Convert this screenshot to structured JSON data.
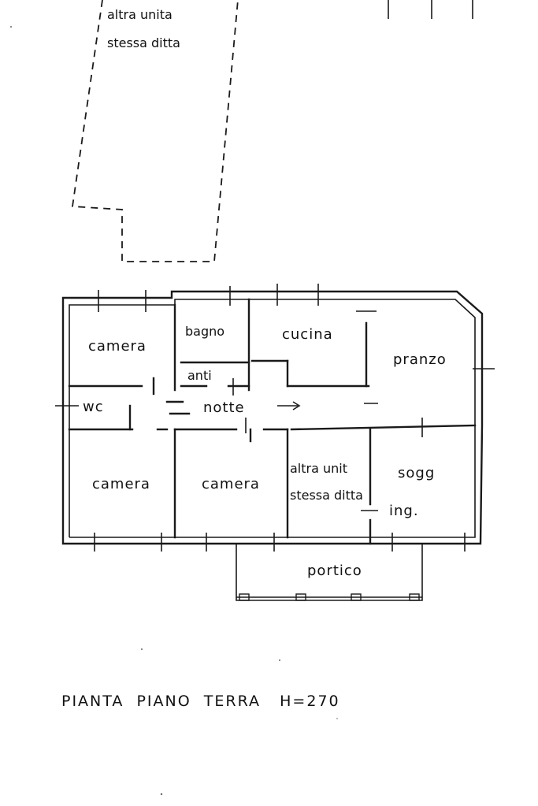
{
  "rooms": {
    "upper_unit_line1": "altra unita",
    "upper_unit_line2": "stessa ditta",
    "camera_top_left": "camera",
    "bagno": "bagno",
    "cucina": "cucina",
    "pranzo": "pranzo",
    "anti": "anti",
    "wc": "wc",
    "notte": "notte",
    "camera_bottom_left": "camera",
    "camera_bottom_mid": "camera",
    "other_unit_line1": "altra unit",
    "other_unit_line2": "stessa ditta",
    "sogg": "sogg",
    "ing": "ing.",
    "portico": "portico"
  },
  "caption": "PIANTA  PIANO  TERRA   H=270"
}
